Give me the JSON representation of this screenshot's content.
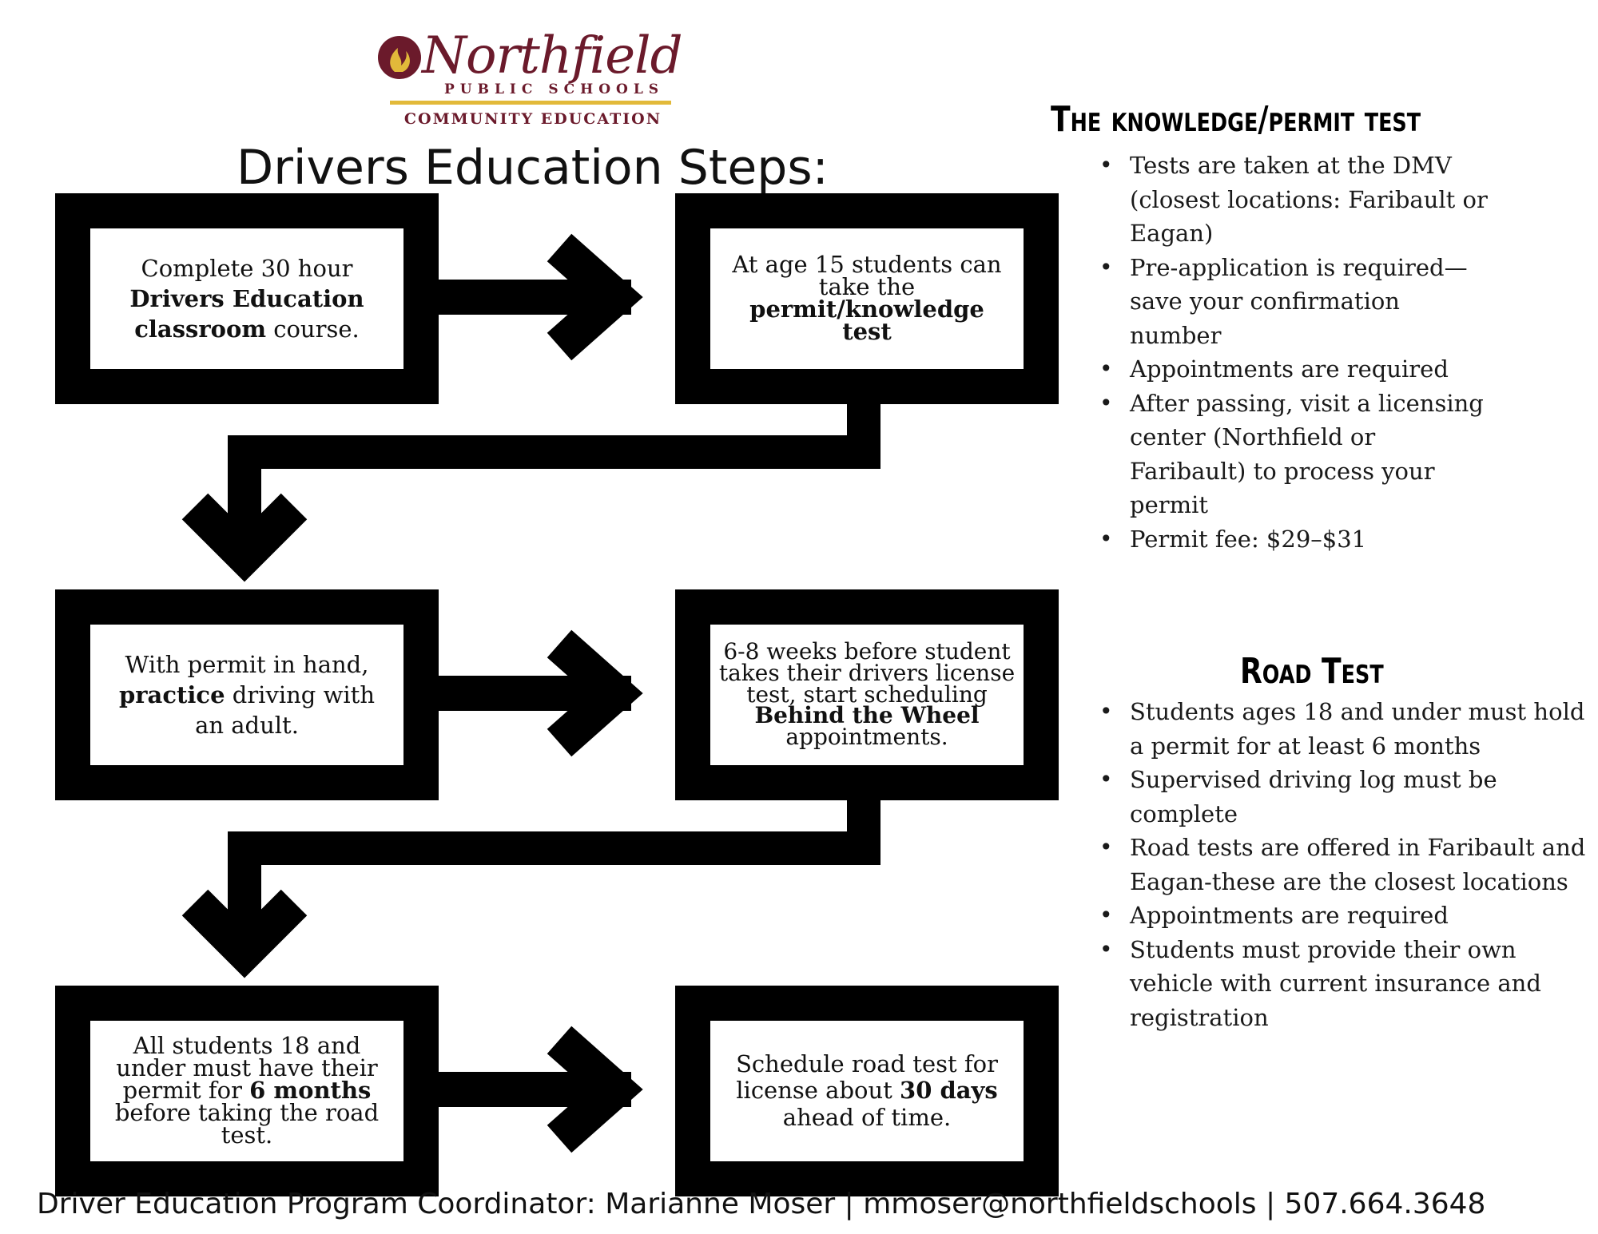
{
  "logo": {
    "name": "Northfield",
    "subtitle": "PUBLIC SCHOOLS",
    "division": "COMMUNITY EDUCATION"
  },
  "title": "Drivers Education Steps:",
  "steps": [
    {
      "before": "Complete 30 hour ",
      "bold": "Drivers Education classroom",
      "after": " course."
    },
    {
      "before": "At age 15 students can take the ",
      "bold": "permit/knowledge test",
      "after": ""
    },
    {
      "before": "With permit in hand, ",
      "bold": "practice",
      "after": " driving with an adult."
    },
    {
      "before": "6-8 weeks before student takes their drivers license test, start scheduling ",
      "bold": "Behind the Wheel",
      "after": " appointments."
    },
    {
      "before": "All students 18 and under must have their permit for ",
      "bold": "6 months",
      "after": " before taking the road test."
    },
    {
      "before": "Schedule road test for license about ",
      "bold": "30 days",
      "after": " ahead of time."
    }
  ],
  "knowledge_test": {
    "title": "The knowledge/permit test",
    "items": [
      "Tests are taken at the DMV (closest locations: Faribault or Eagan)",
      "Pre-application is required—save your confirmation number",
      "Appointments are required",
      "After passing, visit a licensing center (Northfield or Faribault) to process your permit",
      "Permit fee: $29–$31"
    ]
  },
  "road_test": {
    "title": "Road Test",
    "items": [
      "Students ages 18 and under must hold a permit for at least 6 months",
      "Supervised driving log must be complete",
      "Road tests are offered in Faribault and Eagan-these are the closest locations",
      "Appointments are required",
      "Students must provide their own vehicle with current insurance and registration"
    ]
  },
  "footer": "Driver Education Program Coordinator: Marianne Moser | mmoser@northfieldschools | 507.664.3648",
  "colors": {
    "brand": "#6b1a2b",
    "accent": "#e2b93a",
    "box": "#000000"
  }
}
